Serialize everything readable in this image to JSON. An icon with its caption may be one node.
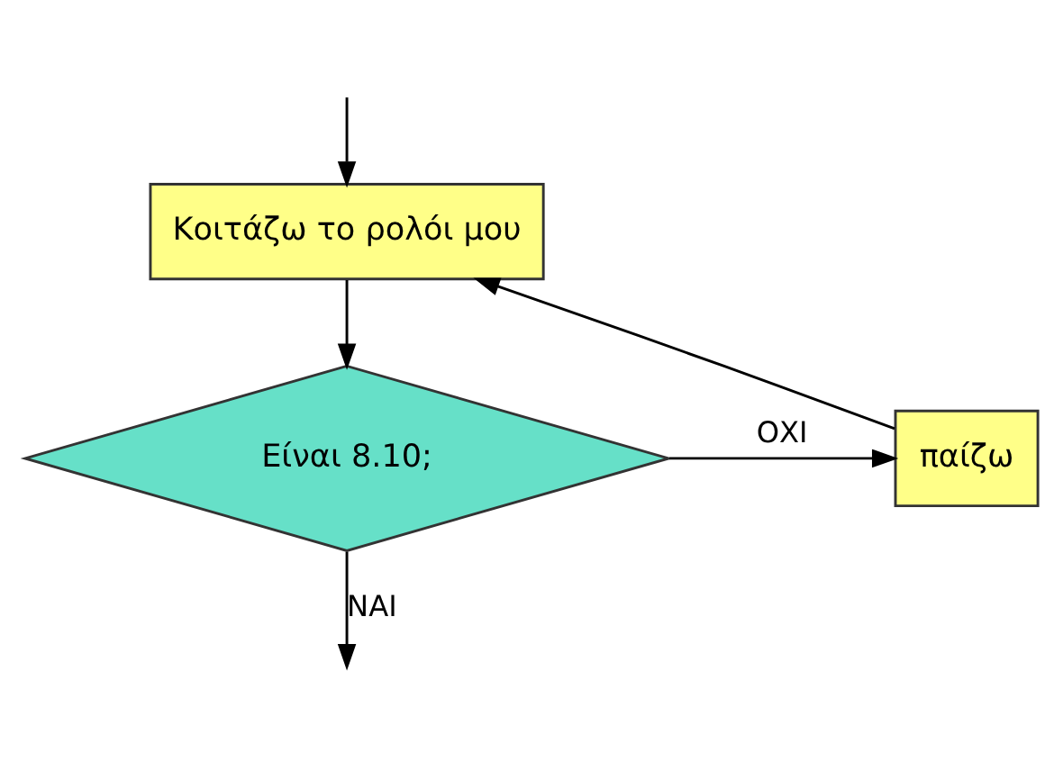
{
  "diagram": {
    "nodes": [
      {
        "text": [
          "Κοιτάζω το ρολόι μου"
        ]
      },
      {
        "text": [
          "Είναι 8.10;"
        ]
      },
      {
        "text": [
          "παίζω"
        ]
      }
    ],
    "edges": [
      {
        "from": null,
        "to": 0,
        "arrow": "to"
      },
      {
        "from": 0,
        "to": 1,
        "arrow": "to"
      },
      {
        "from": 1,
        "to": 2,
        "arrow": "to",
        "label": "ΟΧΙ"
      },
      {
        "from": 2,
        "to": 0,
        "arrow": "to"
      },
      {
        "from": 1,
        "to": null,
        "arrow": "to",
        "label": "ΝΑΙ"
      }
    ]
  }
}
